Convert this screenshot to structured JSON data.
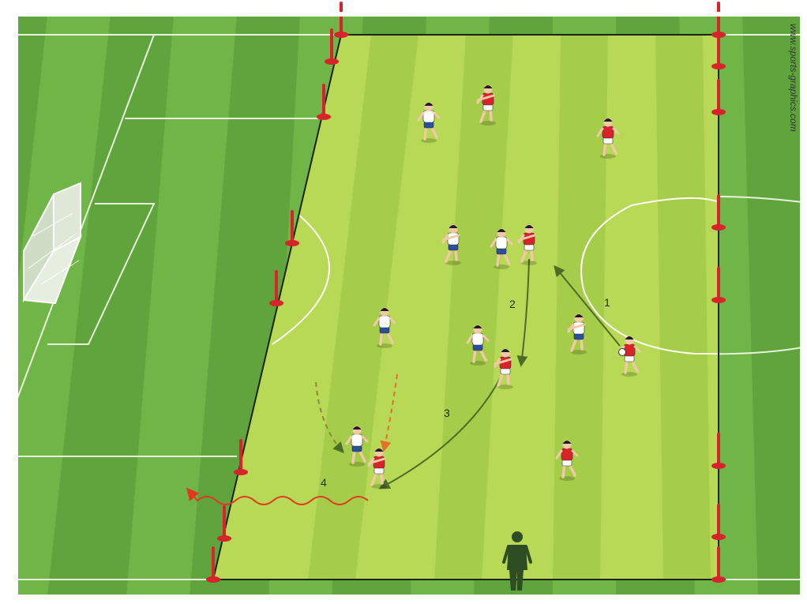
{
  "credit": "www.sports-graphics.com",
  "steps": [
    {
      "label": "1",
      "kind": "pass"
    },
    {
      "label": "2",
      "kind": "pass"
    },
    {
      "label": "3",
      "kind": "pass"
    },
    {
      "label": "4",
      "kind": "dribble"
    }
  ],
  "teams": {
    "red": {
      "shirt": "#d8232a",
      "shorts": "#ffffff"
    },
    "white": {
      "shirt": "#ffffff",
      "shorts": "#2a4f9c"
    }
  },
  "colors": {
    "grass_dark": "#5fa43d",
    "grass_light": "#6fb548",
    "zone": "#b7d955",
    "zone_stripe": "#a6cd4a",
    "pole": "#d8232a",
    "pass_arrow": "#4f6b2a",
    "run_arrow": "#e4702a",
    "dribble": "#e0391f",
    "coach": "#2f4d22"
  }
}
